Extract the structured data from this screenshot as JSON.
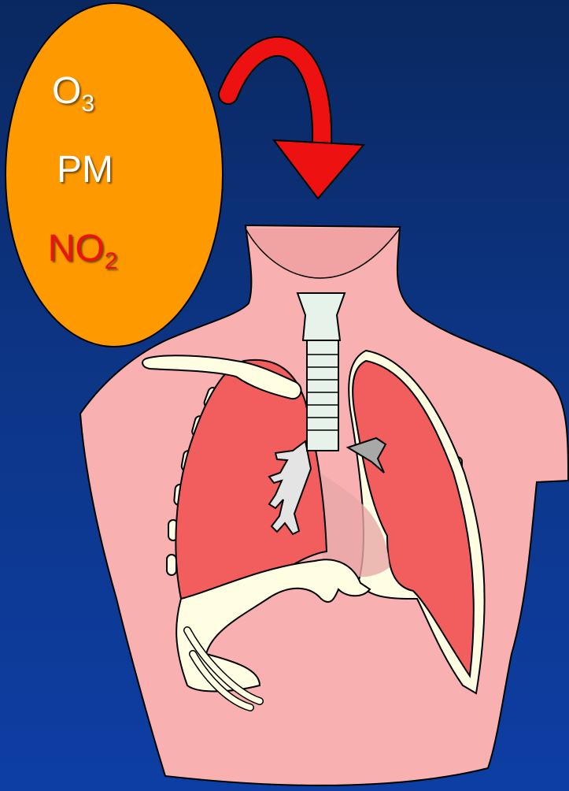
{
  "pollutants": {
    "o3": {
      "main": "O",
      "sub": "3"
    },
    "pm": {
      "main": "PM"
    },
    "no2": {
      "main": "NO",
      "sub": "2"
    }
  },
  "colors": {
    "background_top": "#0a2860",
    "background_bottom": "#0d3ea4",
    "bubble": "#ff9900",
    "arrow": "#ee1111",
    "skin": "#f8b0b0",
    "lung": "#f25e5e",
    "bone": "#fffde2",
    "no2_text": "#ee1111",
    "label_text": "#ffffff"
  },
  "icons": [
    "pollution-bubble",
    "curved-down-arrow",
    "human-torso",
    "lungs",
    "trachea",
    "ribs"
  ]
}
